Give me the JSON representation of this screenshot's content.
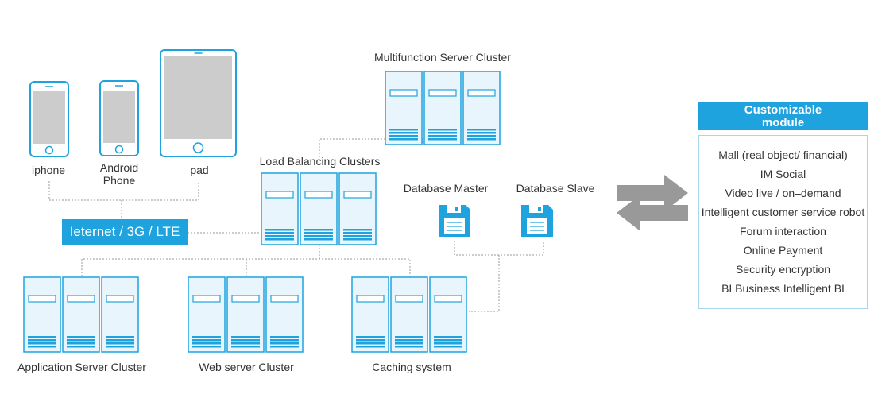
{
  "colors": {
    "accent": "#1fa3df",
    "server_fill": "#e8f5fc",
    "phone_screen": "#cccccc",
    "arrow": "#999999",
    "connector": "#999999"
  },
  "devices": {
    "iphone": "iphone",
    "android_line1": "Android",
    "android_line2": "Phone",
    "pad": "pad"
  },
  "network": {
    "label": "Ieternet / 3G / LTE"
  },
  "clusters": {
    "multifunction": "Multifunction Server Cluster",
    "load_balancing": "Load Balancing Clusters",
    "application": "Application Server Cluster",
    "web": "Web server Cluster",
    "caching": "Caching system"
  },
  "database": {
    "master": "Database Master",
    "slave": "Database Slave"
  },
  "module": {
    "title_line1": "Customizable",
    "title_line2": "module",
    "items": [
      "Mall (real object/ financial)",
      "IM Social",
      "Video live / on–demand",
      "Intelligent customer service robot",
      "Forum interaction",
      "Online Payment",
      "Security encryption",
      "BI Business Intelligent BI"
    ]
  },
  "icons": [
    "iphone-icon",
    "android-phone-icon",
    "tablet-icon",
    "server-icon",
    "floppy-disk-icon",
    "sync-arrows-icon"
  ]
}
